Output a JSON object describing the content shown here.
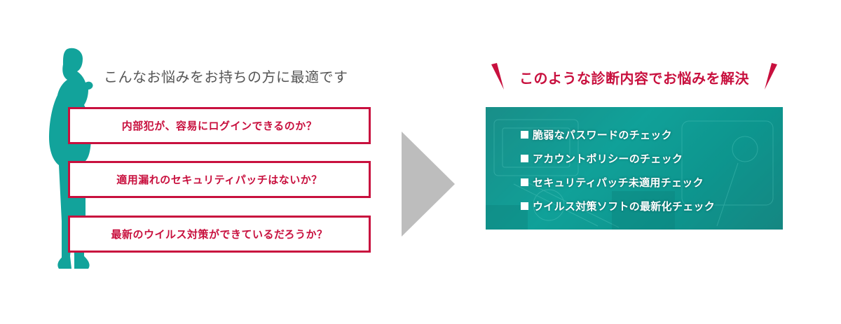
{
  "left": {
    "heading": "こんなお悩みをお持ちの方に最適です",
    "concerns": [
      "内部犯が、容易にログインできるのか？",
      "適用漏れのセキュリティパッチはないか？",
      "最新のウイルス対策ができているだろうか？"
    ]
  },
  "right": {
    "heading": "このような診断内容でお悩みを解決",
    "checks": [
      "脆弱なパスワードのチェック",
      "アカウントポリシーのチェック",
      "セキュリティパッチ未適用チェック",
      "ウイルス対策ソフトの最新化チェック"
    ]
  },
  "colors": {
    "accent": "#c8103e",
    "teal": "#11a39b",
    "arrow": "#bdbdbd",
    "heading_gray": "#555555"
  },
  "icons": {
    "figure": "person-thinking-icon",
    "arrow": "arrow-right-icon",
    "bullet": "square-bullet-icon"
  }
}
